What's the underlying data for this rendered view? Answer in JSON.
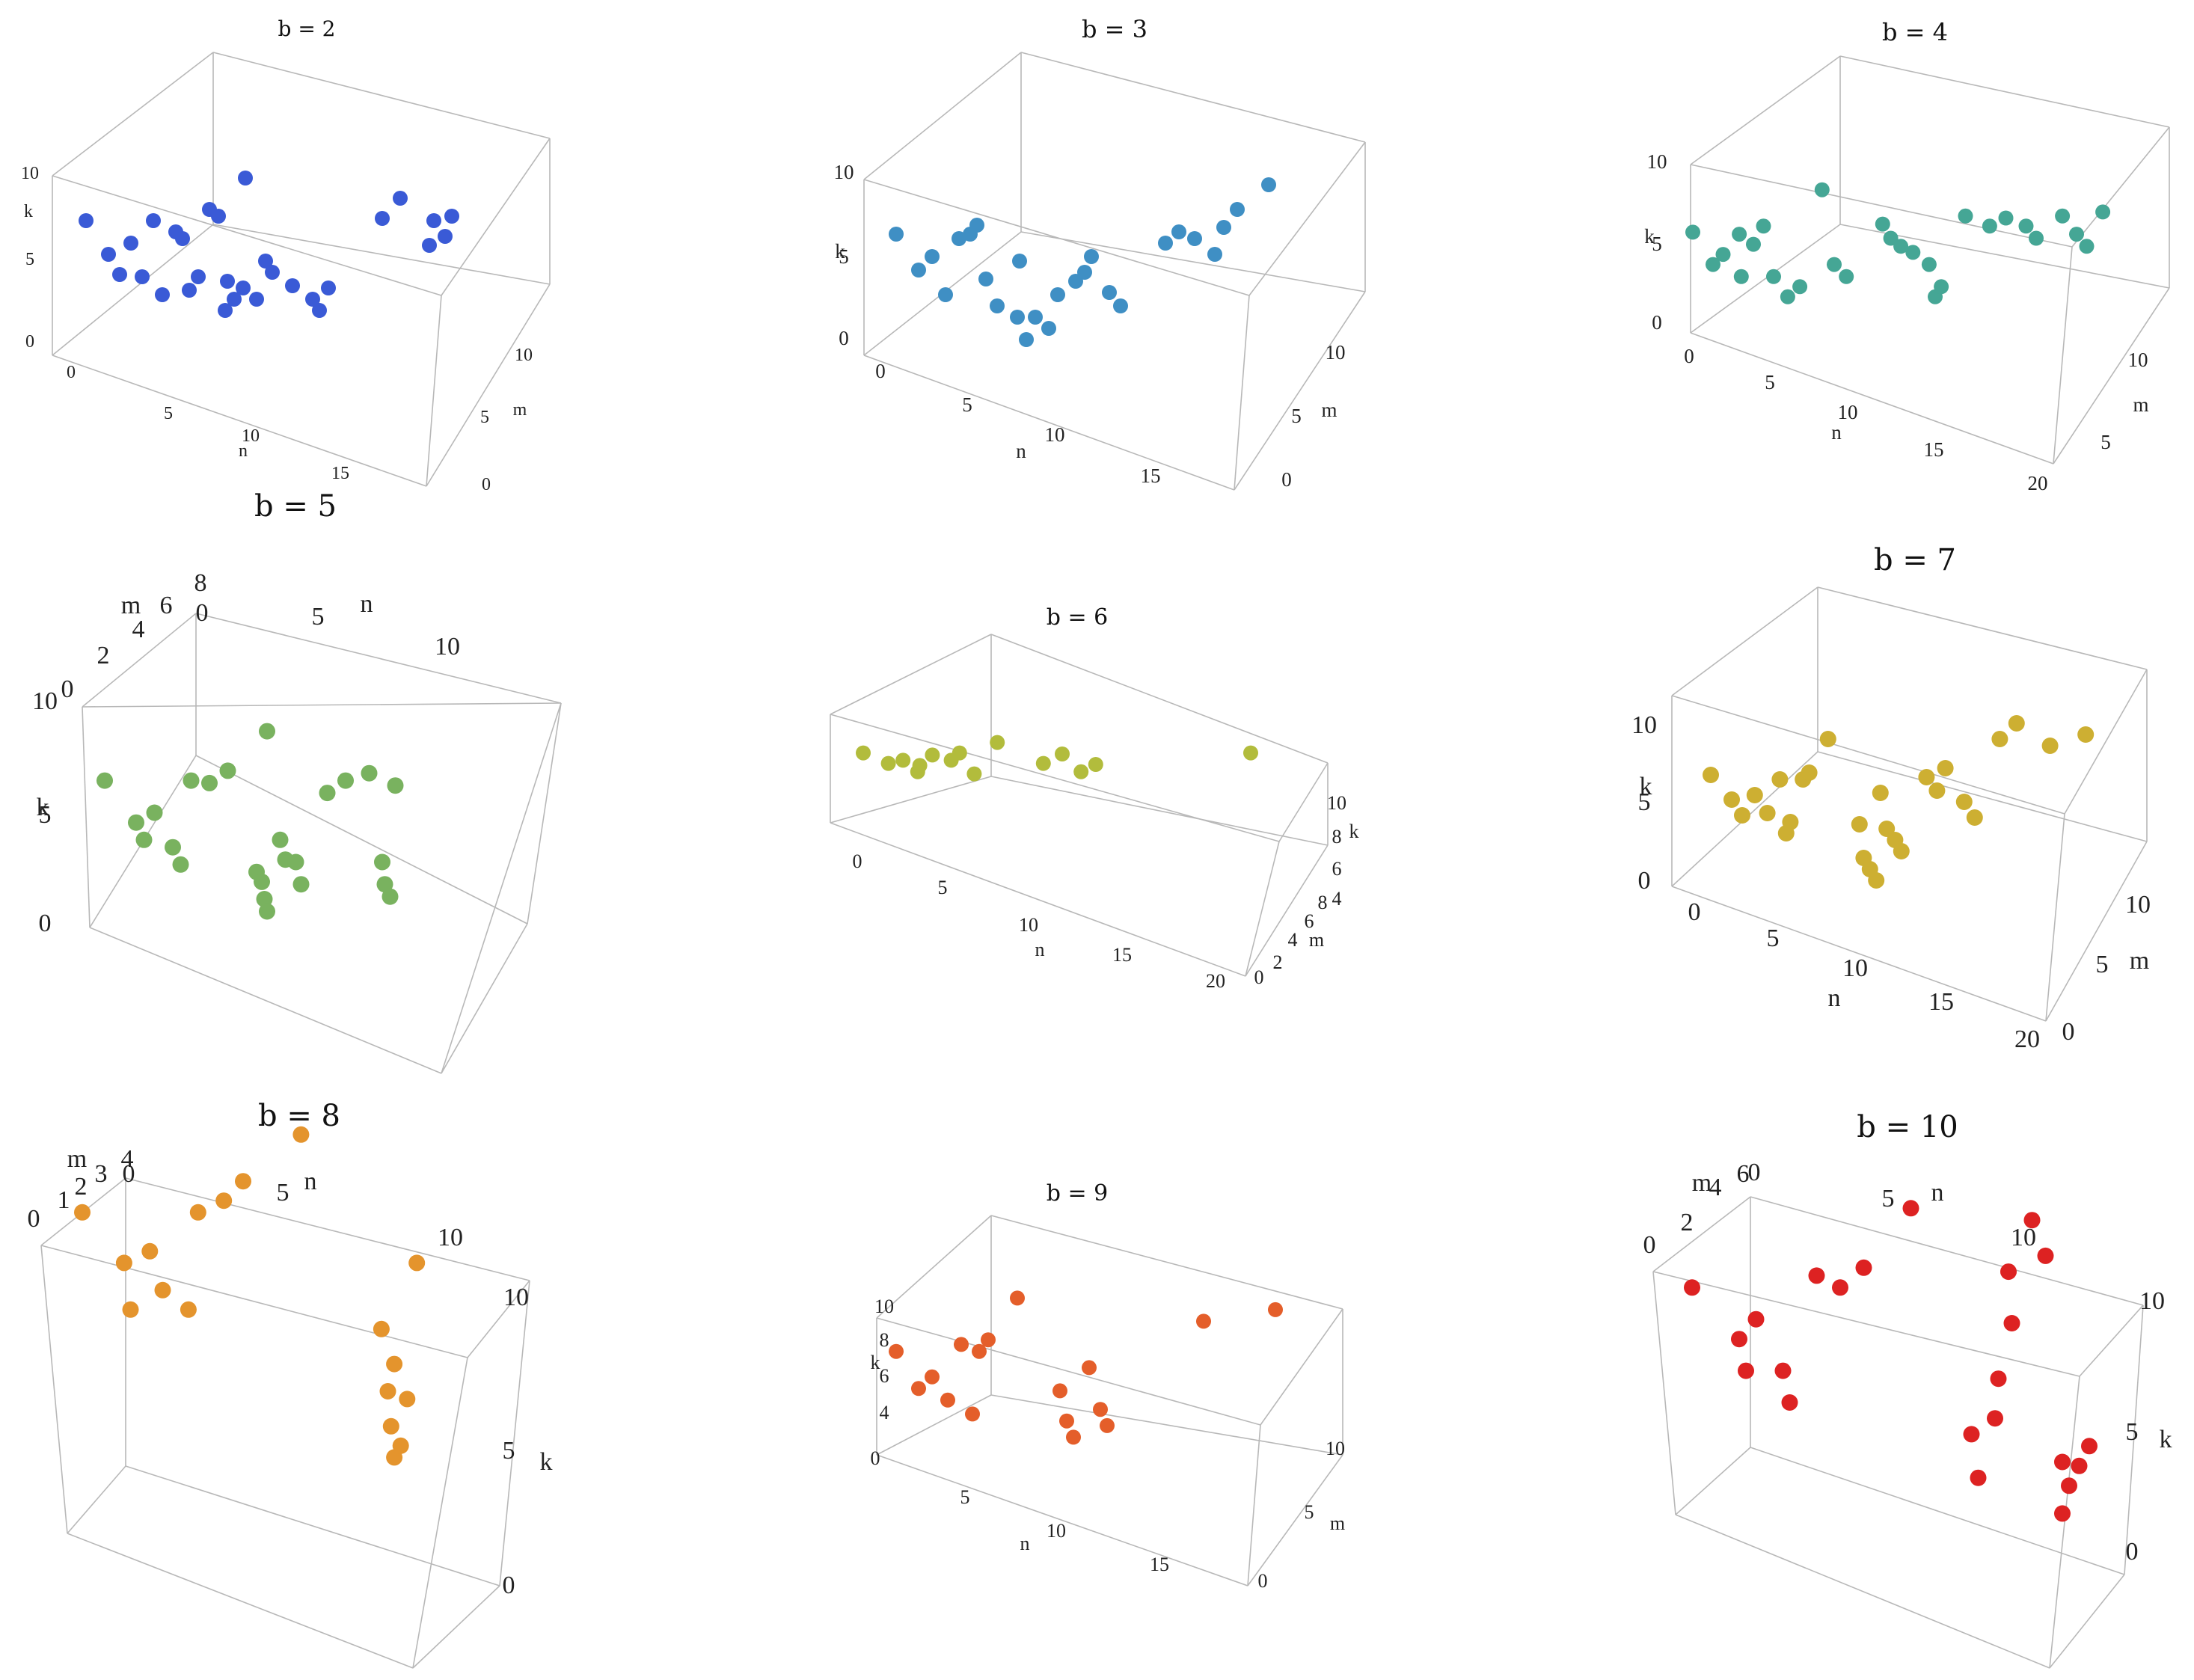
{
  "chart_data": [
    {
      "type": "scatter3d",
      "title": "b = 2",
      "color": "#3a5ad6",
      "axes": {
        "n": "n",
        "m": "m",
        "k": "k"
      },
      "ticks": {
        "n": [
          "5",
          "10",
          "15"
        ],
        "m": [
          "0",
          "5",
          "10"
        ],
        "k": [
          "0",
          "5",
          "10"
        ],
        "origin": "0"
      },
      "points": [
        [
          0,
          5.6
        ],
        [
          1,
          4.1
        ],
        [
          1.5,
          3.2
        ],
        [
          2,
          4.6
        ],
        [
          2.5,
          3.1
        ],
        [
          3,
          5.6
        ],
        [
          3.4,
          2.3
        ],
        [
          4,
          5.1
        ],
        [
          4.3,
          4.8
        ],
        [
          4.6,
          2.5
        ],
        [
          5,
          3.1
        ],
        [
          5.5,
          6.1
        ],
        [
          6.3,
          2.9
        ],
        [
          6.6,
          2.1
        ],
        [
          6.2,
          1.6
        ],
        [
          7,
          2.6
        ],
        [
          7.6,
          2.1
        ],
        [
          8,
          3.8
        ],
        [
          8.3,
          3.3
        ],
        [
          9.2,
          2.7
        ],
        [
          10.1,
          2.1
        ],
        [
          10.4,
          1.6
        ],
        [
          10.8,
          2.6
        ],
        [
          13.2,
          5.7
        ],
        [
          14,
          6.6
        ],
        [
          15.5,
          5.6
        ],
        [
          15.3,
          4.5
        ],
        [
          16,
          4.9
        ],
        [
          16.3,
          5.8
        ],
        [
          7.1,
          7.5
        ],
        [
          5.9,
          5.8
        ]
      ]
    },
    {
      "type": "scatter3d",
      "title": "b = 3",
      "color": "#3f8fc4",
      "axes": {
        "n": "n",
        "m": "m",
        "k": "k"
      },
      "ticks": {
        "n": [
          "5",
          "10",
          "15"
        ],
        "m": [
          "0",
          "5",
          "10"
        ],
        "k": [
          "0",
          "5",
          "10"
        ],
        "origin": "0"
      },
      "points": [
        [
          0,
          5.3
        ],
        [
          1,
          3.7
        ],
        [
          1.6,
          4.3
        ],
        [
          2.2,
          2.6
        ],
        [
          2.8,
          5.1
        ],
        [
          3.3,
          5.3
        ],
        [
          3.6,
          5.7
        ],
        [
          4,
          3.3
        ],
        [
          4.5,
          2.1
        ],
        [
          5.4,
          1.6
        ],
        [
          5.8,
          0.6
        ],
        [
          6.2,
          1.6
        ],
        [
          6.8,
          1.1
        ],
        [
          7.2,
          2.6
        ],
        [
          8,
          3.2
        ],
        [
          8.4,
          3.6
        ],
        [
          8.7,
          4.3
        ],
        [
          9.5,
          2.7
        ],
        [
          10,
          2.1
        ],
        [
          12,
          4.9
        ],
        [
          12.6,
          5.4
        ],
        [
          13.3,
          5.1
        ],
        [
          14.6,
          5.6
        ],
        [
          15.2,
          6.4
        ],
        [
          14.2,
          4.4
        ],
        [
          16.6,
          7.5
        ],
        [
          5.5,
          4.1
        ]
      ]
    },
    {
      "type": "scatter3d",
      "title": "b = 4",
      "color": "#45a695",
      "axes": {
        "n": "n",
        "m": "m",
        "k": "k"
      },
      "ticks": {
        "n": [
          "0",
          "5",
          "10",
          "15",
          "20"
        ],
        "m": [
          "5",
          "10"
        ],
        "k": [
          "0",
          "5",
          "10"
        ],
        "origin": ""
      },
      "points": [
        [
          0,
          4.8
        ],
        [
          1,
          3.2
        ],
        [
          1.5,
          3.7
        ],
        [
          2.3,
          4.7
        ],
        [
          3,
          4.2
        ],
        [
          3.5,
          5.1
        ],
        [
          4,
          2.6
        ],
        [
          4.7,
          1.6
        ],
        [
          5.3,
          2.1
        ],
        [
          6.4,
          6.9
        ],
        [
          7,
          3.2
        ],
        [
          7.6,
          2.6
        ],
        [
          9.4,
          5.2
        ],
        [
          10.3,
          4.1
        ],
        [
          10.9,
          3.8
        ],
        [
          11.7,
          3.2
        ],
        [
          12,
          1.6
        ],
        [
          12.3,
          2.1
        ],
        [
          13.5,
          5.6
        ],
        [
          14.7,
          5.1
        ],
        [
          15.5,
          5.5
        ],
        [
          16.5,
          5.1
        ],
        [
          17,
          4.5
        ],
        [
          18.3,
          5.6
        ],
        [
          19,
          4.7
        ],
        [
          19.5,
          4.1
        ],
        [
          20.3,
          5.8
        ],
        [
          9.8,
          4.5
        ],
        [
          2.4,
          2.6
        ]
      ]
    },
    {
      "type": "scatter3d",
      "title": "b = 5",
      "color": "#79b25f",
      "axes": {
        "n": "n",
        "m": "m",
        "k": "k"
      },
      "ticks": {
        "n": [
          "0",
          "5",
          "10"
        ],
        "m": [
          "0",
          "2",
          "4",
          "6",
          "8"
        ],
        "k": [
          "0",
          "5",
          "10"
        ],
        "origin": ""
      },
      "points": [
        [
          0,
          5.8
        ],
        [
          1.2,
          4.1
        ],
        [
          1.5,
          3.4
        ],
        [
          1.9,
          4.5
        ],
        [
          2.6,
          3.1
        ],
        [
          2.9,
          2.4
        ],
        [
          3.3,
          5.8
        ],
        [
          4,
          5.7
        ],
        [
          4.7,
          6.2
        ],
        [
          6.2,
          7.8
        ],
        [
          5.8,
          2.1
        ],
        [
          6,
          1.7
        ],
        [
          6.1,
          1
        ],
        [
          6.2,
          0.5
        ],
        [
          6.7,
          3.4
        ],
        [
          6.9,
          2.6
        ],
        [
          7.3,
          2.5
        ],
        [
          7.5,
          1.6
        ],
        [
          8.5,
          5.3
        ],
        [
          9.2,
          5.8
        ],
        [
          10.1,
          6.1
        ],
        [
          10.6,
          2.5
        ],
        [
          10.7,
          1.6
        ],
        [
          10.9,
          1.1
        ],
        [
          11.1,
          5.6
        ]
      ]
    },
    {
      "type": "scatter3d",
      "title": "b = 6",
      "color": "#b2bc3c",
      "axes": {
        "n": "n",
        "m": "m",
        "k": "k"
      },
      "ticks": {
        "n": [
          "0",
          "5",
          "10",
          "15",
          "20"
        ],
        "m": [
          "0",
          "2",
          "4",
          "6",
          "8"
        ],
        "k": [
          "4",
          "6",
          "8",
          "10"
        ],
        "origin": ""
      },
      "points": [
        [
          0,
          5.6
        ],
        [
          1.2,
          4.6
        ],
        [
          1.9,
          4.9
        ],
        [
          2.6,
          3.8
        ],
        [
          3.3,
          5.4
        ],
        [
          4.2,
          4.9
        ],
        [
          4.6,
          5.6
        ],
        [
          5.3,
          3.6
        ],
        [
          6.4,
          6.6
        ],
        [
          8.6,
          4.6
        ],
        [
          9.5,
          5.5
        ],
        [
          10.4,
          3.8
        ],
        [
          11.1,
          4.5
        ],
        [
          18.5,
          5.6
        ],
        [
          2.7,
          4.4
        ]
      ]
    },
    {
      "type": "scatter3d",
      "title": "b = 7",
      "color": "#cdaf32",
      "axes": {
        "n": "n",
        "m": "m",
        "k": "k"
      },
      "ticks": {
        "n": [
          "0",
          "5",
          "10",
          "15",
          "20"
        ],
        "m": [
          "0",
          "5",
          "10"
        ],
        "k": [
          "0",
          "5",
          "10"
        ],
        "origin": ""
      },
      "points": [
        [
          0,
          5.3
        ],
        [
          1,
          4.2
        ],
        [
          1.5,
          3.5
        ],
        [
          2.1,
          4.4
        ],
        [
          2.7,
          3.6
        ],
        [
          3.3,
          5.1
        ],
        [
          3.6,
          2.7
        ],
        [
          3.8,
          3.2
        ],
        [
          4.4,
          5.1
        ],
        [
          4.7,
          5.4
        ],
        [
          5.6,
          6.9
        ],
        [
          7.1,
          3.1
        ],
        [
          7.3,
          1.6
        ],
        [
          7.6,
          1.1
        ],
        [
          7.9,
          0.6
        ],
        [
          8.1,
          4.5
        ],
        [
          8.4,
          2.9
        ],
        [
          8.8,
          2.4
        ],
        [
          9.1,
          1.9
        ],
        [
          10.3,
          5.2
        ],
        [
          10.8,
          4.6
        ],
        [
          11.2,
          5.6
        ],
        [
          12.1,
          4.1
        ],
        [
          12.6,
          3.4
        ],
        [
          13.8,
          6.9
        ],
        [
          14.6,
          7.6
        ],
        [
          16.2,
          6.6
        ],
        [
          17.9,
          7.1
        ]
      ]
    },
    {
      "type": "scatter3d",
      "title": "b = 8",
      "color": "#e4942d",
      "axes": {
        "n": "n",
        "m": "m",
        "k": "k"
      },
      "ticks": {
        "n": [
          "0",
          "5",
          "10"
        ],
        "m": [
          "0",
          "1",
          "2",
          "3",
          "4"
        ],
        "k": [
          "0",
          "5",
          "10"
        ],
        "origin": ""
      },
      "points": [
        [
          0,
          7.1
        ],
        [
          1.3,
          5.8
        ],
        [
          1.5,
          4.6
        ],
        [
          2.1,
          6.1
        ],
        [
          2.5,
          5.1
        ],
        [
          3.3,
          4.6
        ],
        [
          3.6,
          7.1
        ],
        [
          4.4,
          7.4
        ],
        [
          5,
          7.9
        ],
        [
          6.8,
          9.1
        ],
        [
          9.3,
          4.1
        ],
        [
          9.5,
          2.5
        ],
        [
          9.6,
          1.6
        ],
        [
          9.7,
          0.8
        ],
        [
          9.7,
          3.2
        ],
        [
          9.9,
          1.1
        ],
        [
          10.1,
          2.3
        ],
        [
          10.4,
          5.8
        ]
      ]
    },
    {
      "type": "scatter3d",
      "title": "b = 9",
      "color": "#e45e2a",
      "axes": {
        "n": "n",
        "m": "m",
        "k": "k"
      },
      "ticks": {
        "n": [
          "5",
          "10",
          "15"
        ],
        "m": [
          "0",
          "5",
          "10"
        ],
        "k": [
          "4",
          "6",
          "8",
          "10"
        ],
        "origin": "0"
      },
      "points": [
        [
          0,
          5.3
        ],
        [
          1,
          3.7
        ],
        [
          1.6,
          4.2
        ],
        [
          2.3,
          3.2
        ],
        [
          2.9,
          5.6
        ],
        [
          3.4,
          2.6
        ],
        [
          3.7,
          5.3
        ],
        [
          4.1,
          5.8
        ],
        [
          5.4,
          7.6
        ],
        [
          7.3,
          3.6
        ],
        [
          7.6,
          2.3
        ],
        [
          7.9,
          1.6
        ],
        [
          8.6,
          4.6
        ],
        [
          9.1,
          2.8
        ],
        [
          9.4,
          2.1
        ],
        [
          13.7,
          6.6
        ],
        [
          16.9,
          7.1
        ]
      ]
    },
    {
      "type": "scatter3d",
      "title": "b = 10",
      "color": "#dd2222",
      "axes": {
        "n": "n",
        "m": "m",
        "k": "k"
      },
      "ticks": {
        "n": [
          "0",
          "5",
          "10"
        ],
        "m": [
          "0",
          "2",
          "4",
          "6"
        ],
        "k": [
          "0",
          "5",
          "10"
        ],
        "origin": ""
      },
      "points": [
        [
          0,
          6.9
        ],
        [
          1.4,
          5.6
        ],
        [
          1.6,
          4.8
        ],
        [
          1.9,
          6.1
        ],
        [
          2.7,
          4.8
        ],
        [
          2.9,
          4
        ],
        [
          3.7,
          7.2
        ],
        [
          4.4,
          6.9
        ],
        [
          5.1,
          7.4
        ],
        [
          6.5,
          8.9
        ],
        [
          8.3,
          3.2
        ],
        [
          8.5,
          2.1
        ],
        [
          9,
          3.6
        ],
        [
          9.1,
          4.6
        ],
        [
          9.4,
          7.3
        ],
        [
          9.5,
          6
        ],
        [
          10.1,
          8.6
        ],
        [
          10.5,
          7.7
        ],
        [
          11,
          2.5
        ],
        [
          11.2,
          1.9
        ],
        [
          11.5,
          2.4
        ],
        [
          11.8,
          2.9
        ],
        [
          11,
          1.2
        ]
      ]
    }
  ]
}
